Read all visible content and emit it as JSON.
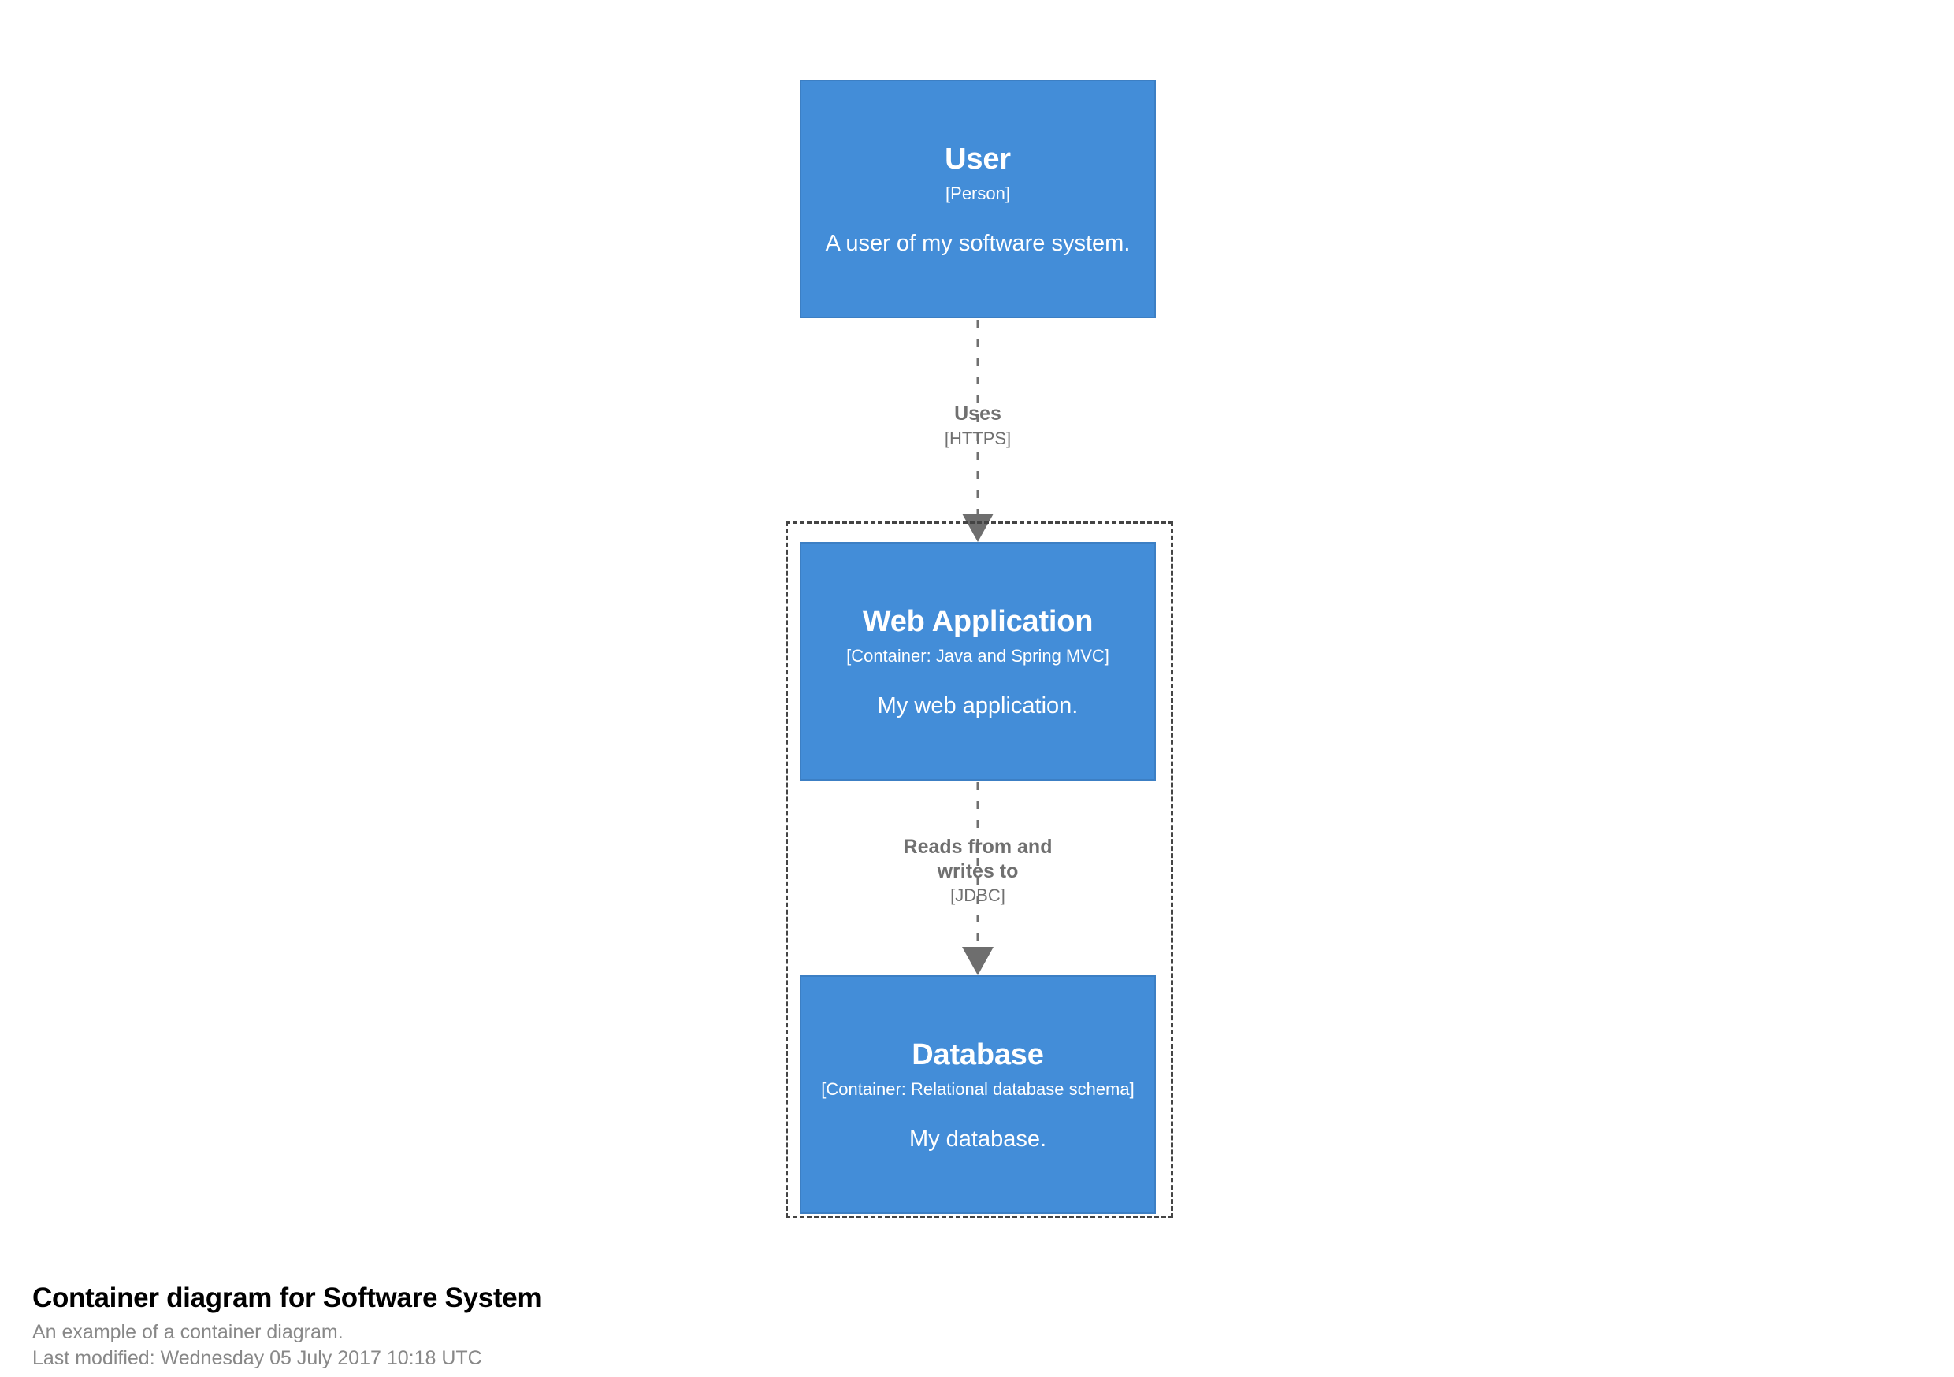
{
  "diagram": {
    "type": "container-diagram",
    "background_color": "#ffffff",
    "element_fill_color": "#438dd8",
    "element_stroke_color": "#3c7fc4",
    "element_text_color": "#ffffff",
    "relationship_color": "#707070",
    "boundary_stroke_color": "#444444",
    "boundary_style": "dashed"
  },
  "nodes": [
    {
      "id": "user",
      "name": "User",
      "tech": "[Person]",
      "description": "A user of my software system."
    },
    {
      "id": "webapp",
      "name": "Web Application",
      "tech": "[Container: Java and Spring MVC]",
      "description": "My web application."
    },
    {
      "id": "database",
      "name": "Database",
      "tech": "[Container: Relational database schema]",
      "description": "My database."
    }
  ],
  "relationships": [
    {
      "id": "uses",
      "from": "user",
      "to": "webapp",
      "description": "Uses",
      "technology": "[HTTPS]"
    },
    {
      "id": "reads-writes",
      "from": "webapp",
      "to": "database",
      "description_line1": "Reads from and",
      "description_line2": "writes to",
      "technology": "[JDBC]"
    }
  ],
  "caption": {
    "title": "Container diagram for Software System",
    "subtitle": "An example of a container diagram.",
    "last_modified": "Last modified: Wednesday 05 July 2017 10:18 UTC"
  }
}
